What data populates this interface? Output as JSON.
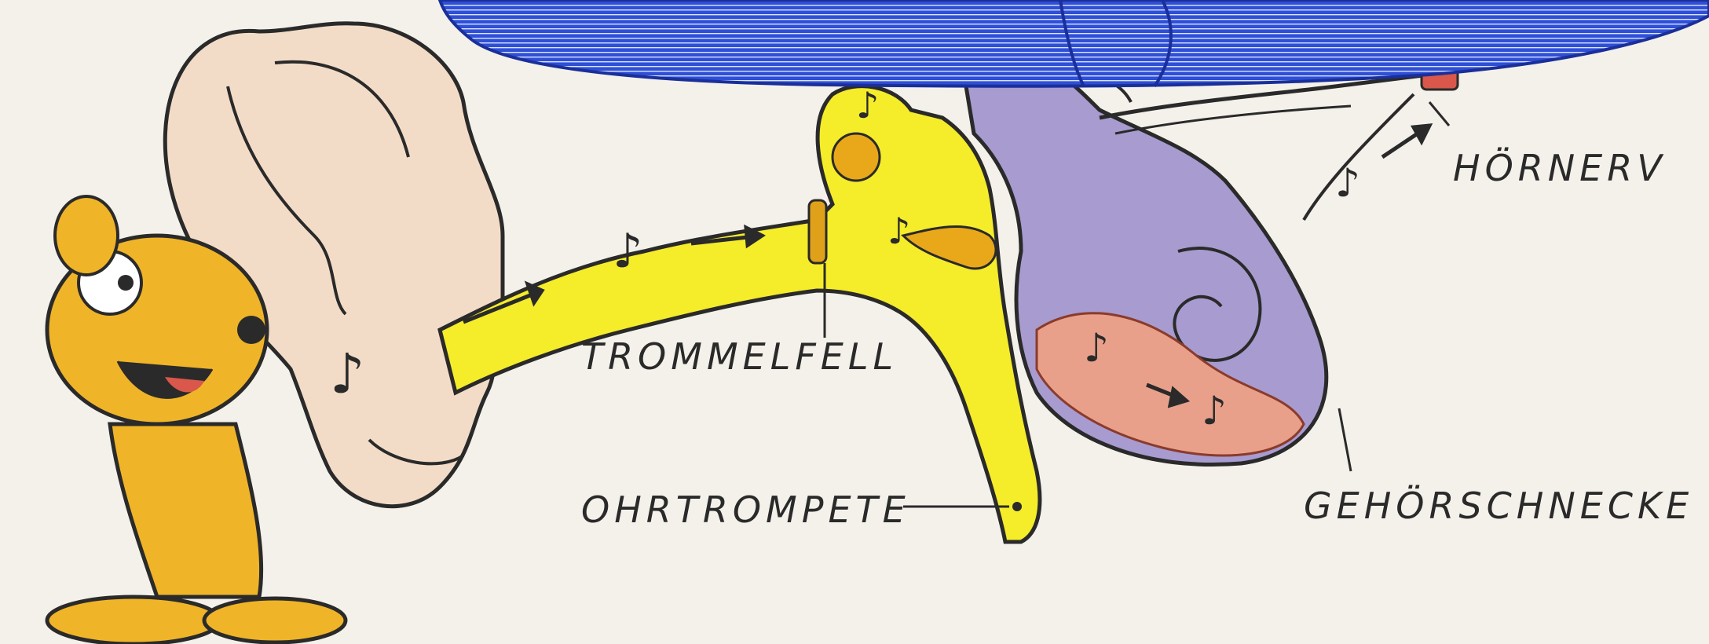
{
  "labels": {
    "eardrum": "TROMMELFELL",
    "eustachian_tube": "OHRTROMPETE",
    "auditory_nerve": "HÖRNERV",
    "cochlea": "GEHÖRSCHNECKE"
  },
  "colors": {
    "background": "#f4f1ea",
    "ear_canal": "#f5ec2a",
    "outer_ear": "#f3dcc7",
    "inner_ear": "#a89bd0",
    "mouse": "#f0b429",
    "banner": "#2f4fd6",
    "cochlea_fluid": "#e9a08a"
  },
  "icons": [
    "mouse-character",
    "music-note-icon",
    "arrow-icon"
  ]
}
